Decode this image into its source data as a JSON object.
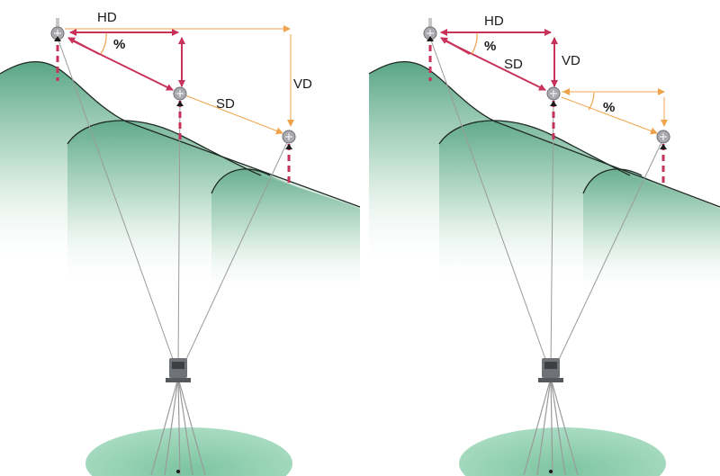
{
  "left_panel": {
    "labels": {
      "hd": "HD",
      "vd": "VD",
      "sd": "SD",
      "percent": "%"
    }
  },
  "right_panel": {
    "labels": {
      "hd": "HD",
      "vd": "VD",
      "sd": "SD",
      "percent": "%"
    }
  },
  "colors": {
    "hill_top": "#5fae8c",
    "hill_fade": "#ffffff",
    "ground": "#8fcfad",
    "measure_red": "#c8325a",
    "helper_orange": "#f0a34a",
    "sight_line": "#9a9a9a",
    "target_grey": "#a8aab0"
  }
}
